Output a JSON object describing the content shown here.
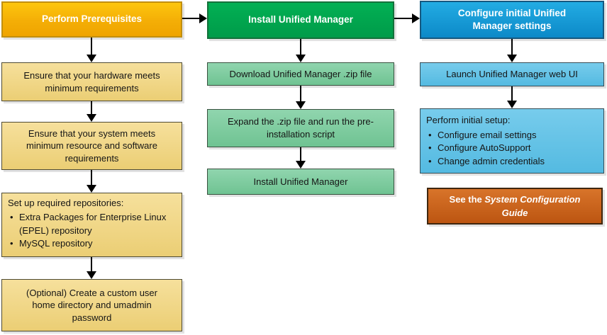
{
  "glyphs": {
    "bullet": "•"
  },
  "colors": {
    "gold_header": "#f4ae06",
    "gold_light": "#f1d88a",
    "green_header": "#00a24c",
    "green_light": "#80cca0",
    "blue_header": "#129bd7",
    "blue_light": "#66c3e7",
    "orange_note": "#c9651b",
    "arrow": "#000000",
    "shadow": "#e2e2e2"
  },
  "columns": {
    "prerequisites": {
      "header": "Perform Prerequisites",
      "step1": "Ensure that your hardware meets minimum requirements",
      "step2": "Ensure that your system meets minimum resource and software requirements",
      "step3_intro": "Set up required repositories:",
      "step3_bullet1": "Extra Packages for Enterprise Linux (EPEL) repository",
      "step3_bullet2": "MySQL repository",
      "step4": "(Optional) Create a custom user home directory and umadmin password"
    },
    "install": {
      "header": "Install Unified Manager",
      "step1": "Download Unified Manager .zip file",
      "step2": "Expand the .zip file and run the pre-installation script",
      "step3": "Install Unified Manager"
    },
    "configure": {
      "header": "Configure initial Unified Manager settings",
      "step1": "Launch Unified Manager web UI",
      "step2_intro": "Perform initial setup:",
      "step2_bullet1": "Configure email settings",
      "step2_bullet2": "Configure AutoSupport",
      "step2_bullet3": "Change admin credentials",
      "note_prefix": "See the ",
      "note_italic": "System Configuration Guide"
    }
  }
}
